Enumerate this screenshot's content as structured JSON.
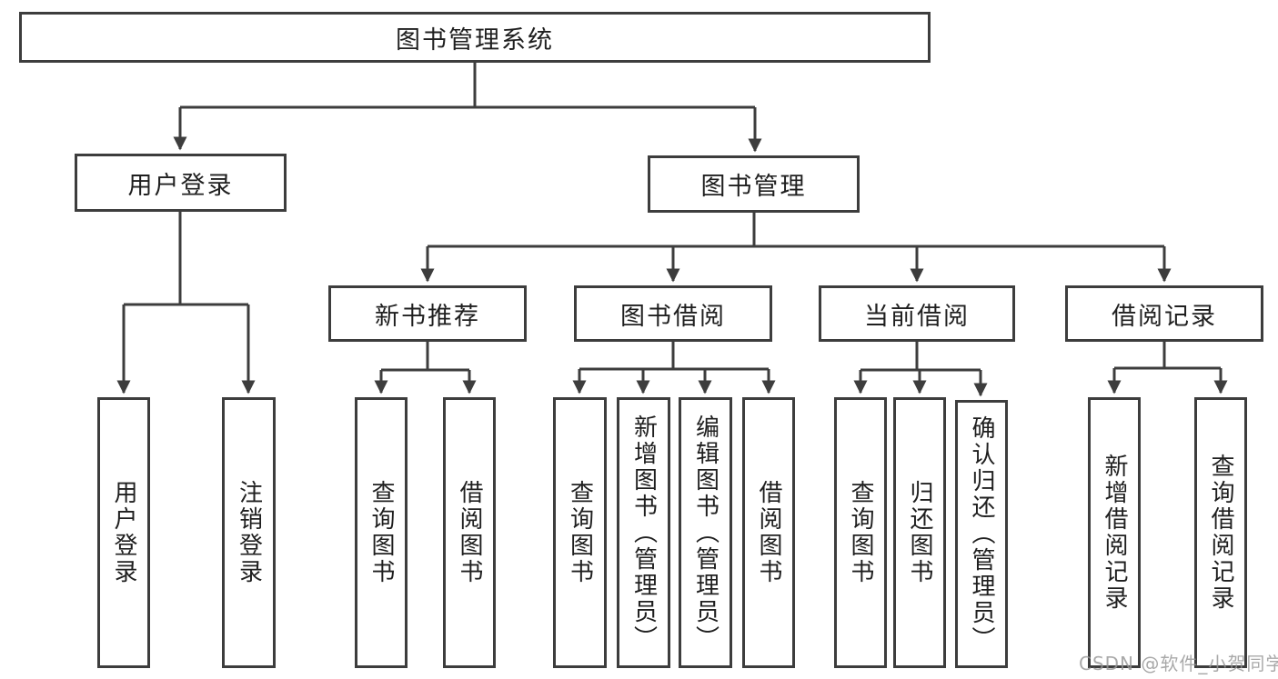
{
  "tree": {
    "root": "图书管理系统",
    "branches": [
      {
        "label": "用户登录",
        "children": [
          "用户登录",
          "注销登录"
        ]
      },
      {
        "label": "图书管理",
        "groups": [
          {
            "label": "新书推荐",
            "children": [
              "查询图书",
              "借阅图书"
            ]
          },
          {
            "label": "图书借阅",
            "children": [
              "查询图书",
              "新增图书（管理员）",
              "编辑图书（管理员）",
              "借阅图书"
            ]
          },
          {
            "label": "当前借阅",
            "children": [
              "查询图书",
              "归还图书",
              "确认归还（管理员）"
            ]
          },
          {
            "label": "借阅记录",
            "children": [
              "新增借阅记录",
              "查询借阅记录"
            ]
          }
        ]
      }
    ]
  },
  "watermark": {
    "text": "CSDN @软件_小贺同学"
  },
  "colors": {
    "line": "#3d3d3d",
    "node_border": "#3d3d3d",
    "text": "#1f1f1f",
    "watermark": "#969696",
    "background": "#ffffff"
  }
}
